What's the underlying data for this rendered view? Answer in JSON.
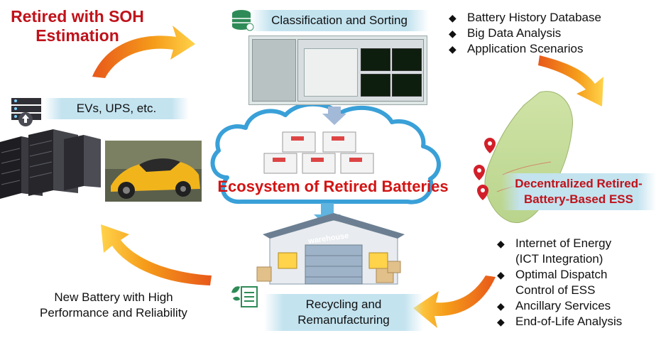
{
  "title_left": [
    "Retired with SOH",
    "Estimation"
  ],
  "classification_label": "Classification and Sorting",
  "ev_label": "EVs, UPS, etc.",
  "top_right_list": [
    "Battery History Database",
    "Big Data Analysis",
    "Application Scenarios"
  ],
  "ecosystem_label": "Ecosystem of Retired Batteries",
  "decentralized_label": [
    "Decentralized Retired-",
    "Battery-Based ESS"
  ],
  "bottom_right_list": [
    [
      "Internet of Energy",
      "(ICT Integration)"
    ],
    [
      "Optimal Dispatch",
      "Control of ESS"
    ],
    [
      "Ancillary Services"
    ],
    [
      "End-of-Life Analysis"
    ]
  ],
  "new_battery_label": [
    "New Battery with High",
    "Performance and Reliability"
  ],
  "recycling_label": [
    "Recycling and",
    "Remanufacturing"
  ],
  "warehouse_sign": "warehouse",
  "colors": {
    "title_red": "#c0121a",
    "arrow_orange": "#f59c1a",
    "label_bg": "#c3e3ef",
    "cloud_blue": "#3aa0d8"
  }
}
